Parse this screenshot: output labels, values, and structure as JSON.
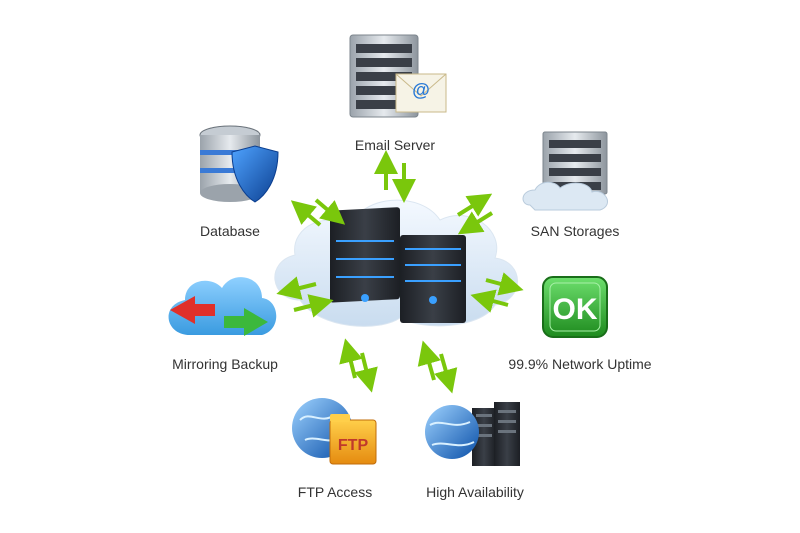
{
  "diagram": {
    "nodes": [
      {
        "id": "email",
        "label": "Email Server",
        "icon": "email-server-icon"
      },
      {
        "id": "database",
        "label": "Database",
        "icon": "database-shield-icon"
      },
      {
        "id": "san",
        "label": "SAN Storages",
        "icon": "san-storage-icon"
      },
      {
        "id": "mirror",
        "label": "Mirroring Backup",
        "icon": "mirroring-backup-icon"
      },
      {
        "id": "uptime",
        "label": "99.9% Network Uptime",
        "icon": "ok-badge-icon"
      },
      {
        "id": "ftp",
        "label": "FTP Access",
        "icon": "ftp-folder-icon"
      },
      {
        "id": "ha",
        "label": "High Availability",
        "icon": "globe-servers-icon"
      }
    ],
    "center_icon": "cloud-servers-icon",
    "ok_text": "OK",
    "ftp_text": "FTP",
    "email_symbol": "@",
    "colors": {
      "arrow": "#7ac70c",
      "server_dark": "#2a2d33",
      "led_blue": "#3aa0ff",
      "shield_blue": "#1f6fd1",
      "ok_green": "#3cb83c",
      "folder_orange": "#f0a020",
      "label_text": "#333333"
    }
  }
}
